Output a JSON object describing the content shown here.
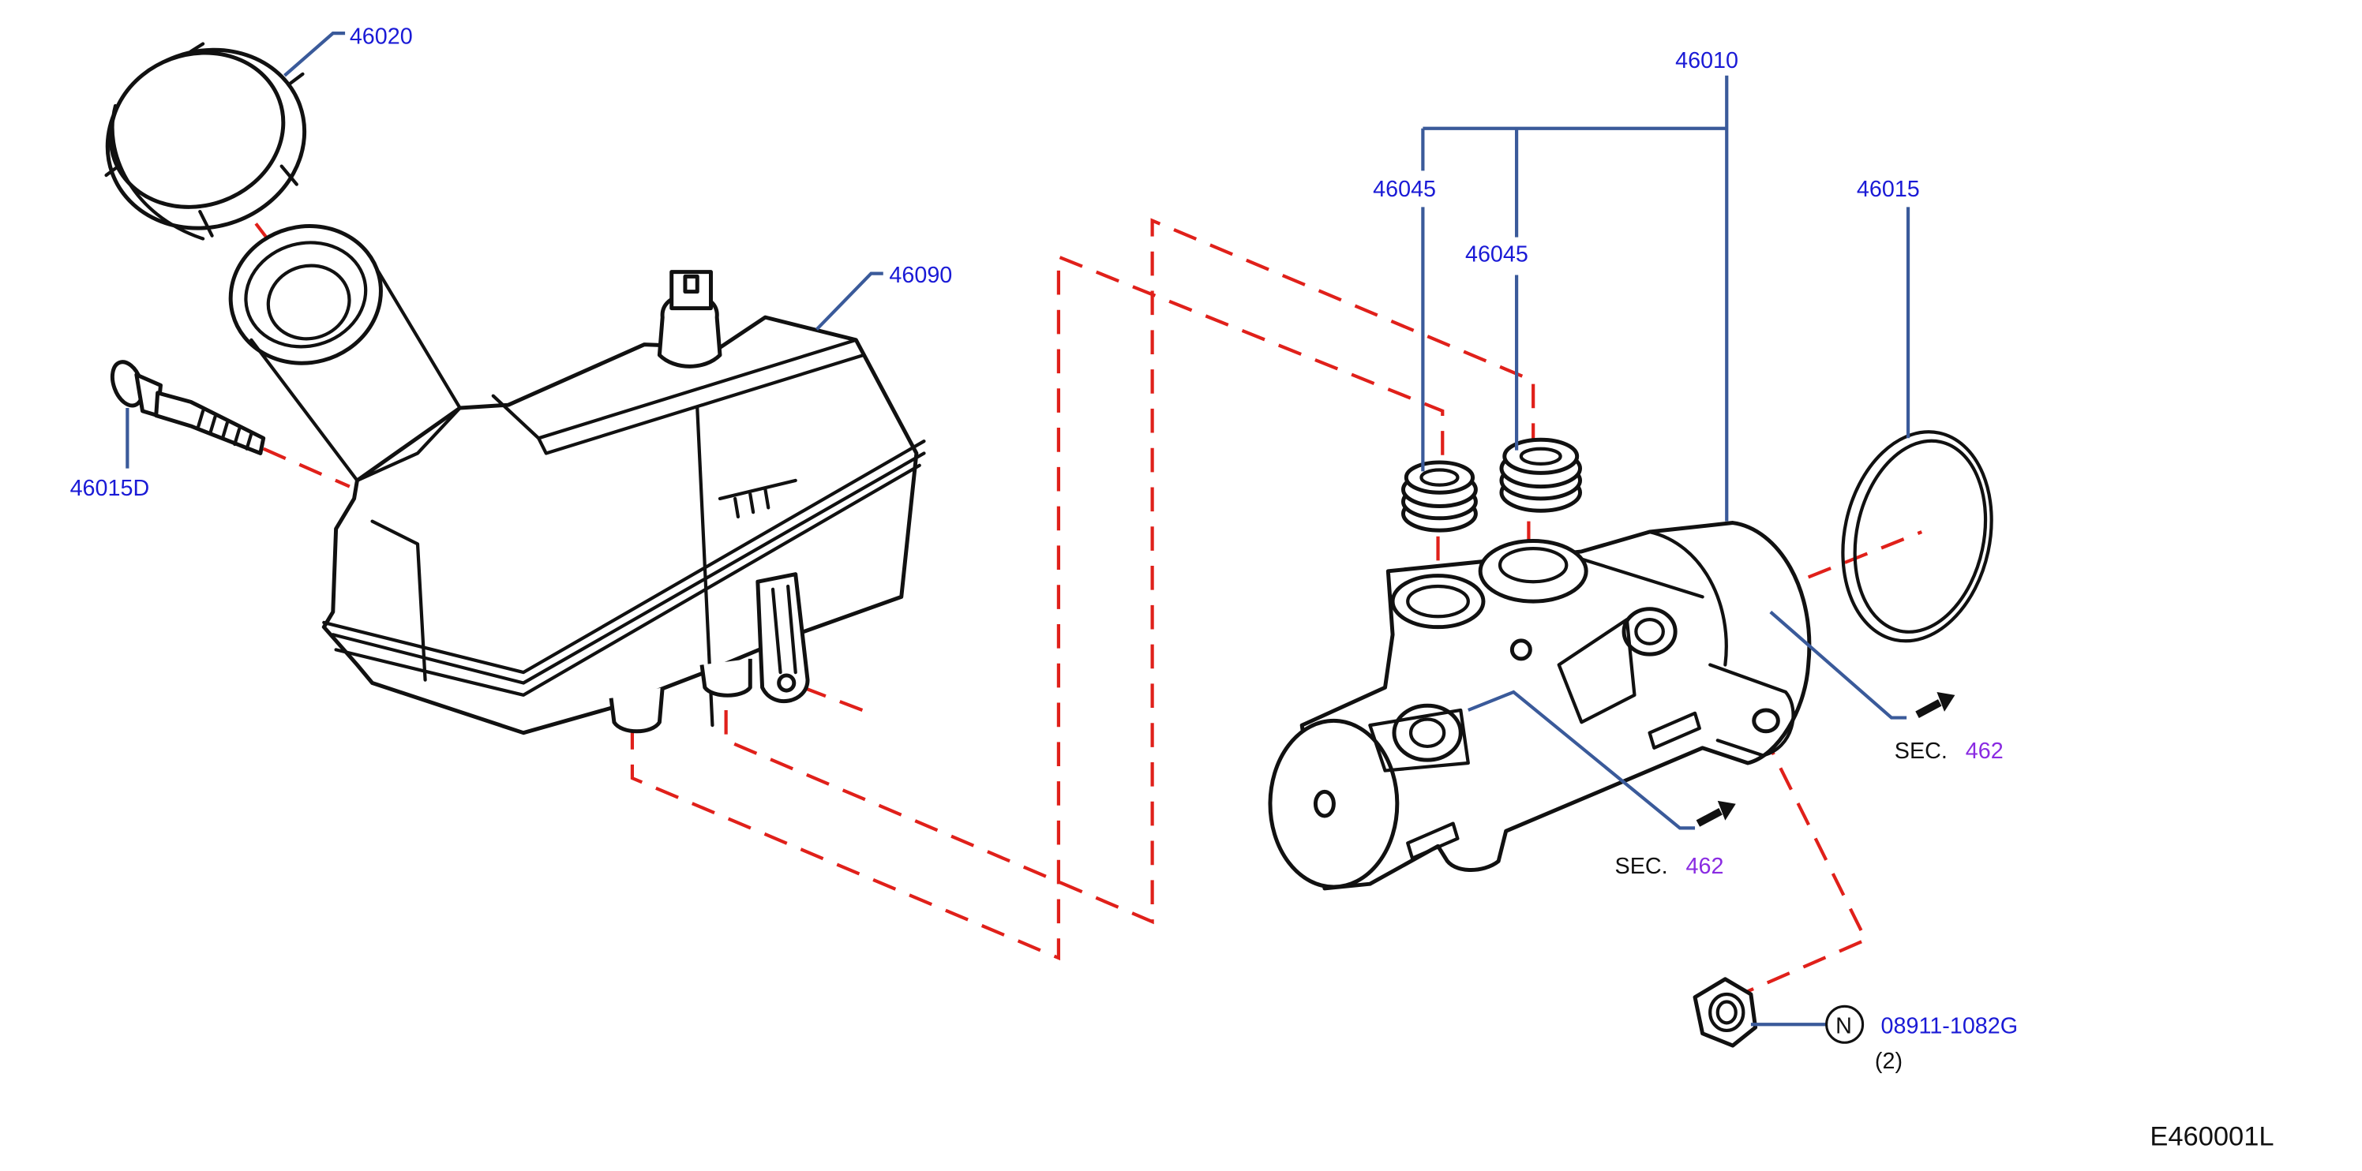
{
  "diagram": {
    "id": "E460001L",
    "callouts": {
      "cap": "46020",
      "reservoir": "46090",
      "pin": "46015D",
      "master_cylinder": "46010",
      "grommet_left": "46045",
      "grommet_right": "46045",
      "o_ring": "46015",
      "nut": "08911-1082G",
      "nut_qty": "(2)",
      "nut_symbol": "N"
    },
    "section_refs": [
      {
        "prefix": "SEC.",
        "number": "462"
      },
      {
        "prefix": "SEC.",
        "number": "462"
      }
    ],
    "colors": {
      "callout_text": "#1a1ad6",
      "section_number": "#8a2be2",
      "leader_line": "#3a5a9a",
      "assembly_dash": "#e0201a",
      "part_outline": "#111111"
    }
  }
}
